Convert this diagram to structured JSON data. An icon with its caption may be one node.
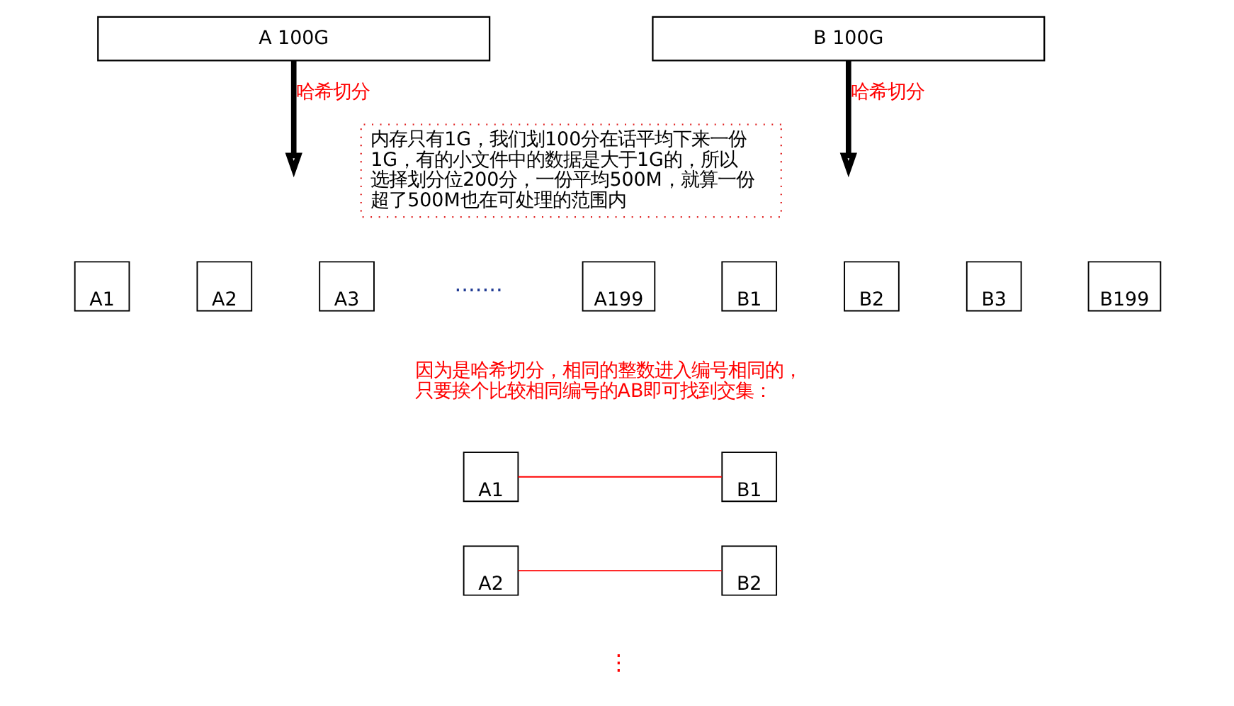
{
  "diagram": {
    "nodes": [
      {
        "text": [
          "A 100G"
        ]
      },
      {
        "text": [
          "B 100G"
        ]
      },
      {
        "text": [
          "内存只有1G，我们划100分在话平均下来一份1G，有的小文件中的数据是大于1G的，所以选择划分位200分，一份平均500M，就算一份超了500M也在可处理的范围内"
        ]
      },
      {
        "text": [
          "A1"
        ]
      },
      {
        "text": [
          "A2"
        ]
      },
      {
        "text": [
          "A3"
        ]
      },
      {
        "text": [
          "A199"
        ]
      },
      {
        "text": [
          "B1"
        ]
      },
      {
        "text": [
          "B2"
        ]
      },
      {
        "text": [
          "B3"
        ]
      },
      {
        "text": [
          "B199"
        ]
      },
      {
        "text": [
          "A1"
        ]
      },
      {
        "text": [
          "B1"
        ]
      },
      {
        "text": [
          "A2"
        ]
      },
      {
        "text": [
          "B2"
        ]
      }
    ],
    "edges": [
      {
        "from": 0,
        "to": null,
        "arrow": "to",
        "label": "哈希切分",
        "style": "thick"
      },
      {
        "from": 1,
        "to": null,
        "arrow": "to",
        "label": "哈希切分",
        "style": "thick"
      },
      {
        "from": 11,
        "to": 12,
        "arrow": "none",
        "color": "#ff0000"
      },
      {
        "from": 13,
        "to": 14,
        "arrow": "none",
        "color": "#ff0000"
      }
    ],
    "labels": [
      ".......",
      "因为是哈希切分，相同的整数进入编号相同的，只要挨个比较相同编号的AB即可找到交集：",
      "⋮"
    ]
  }
}
